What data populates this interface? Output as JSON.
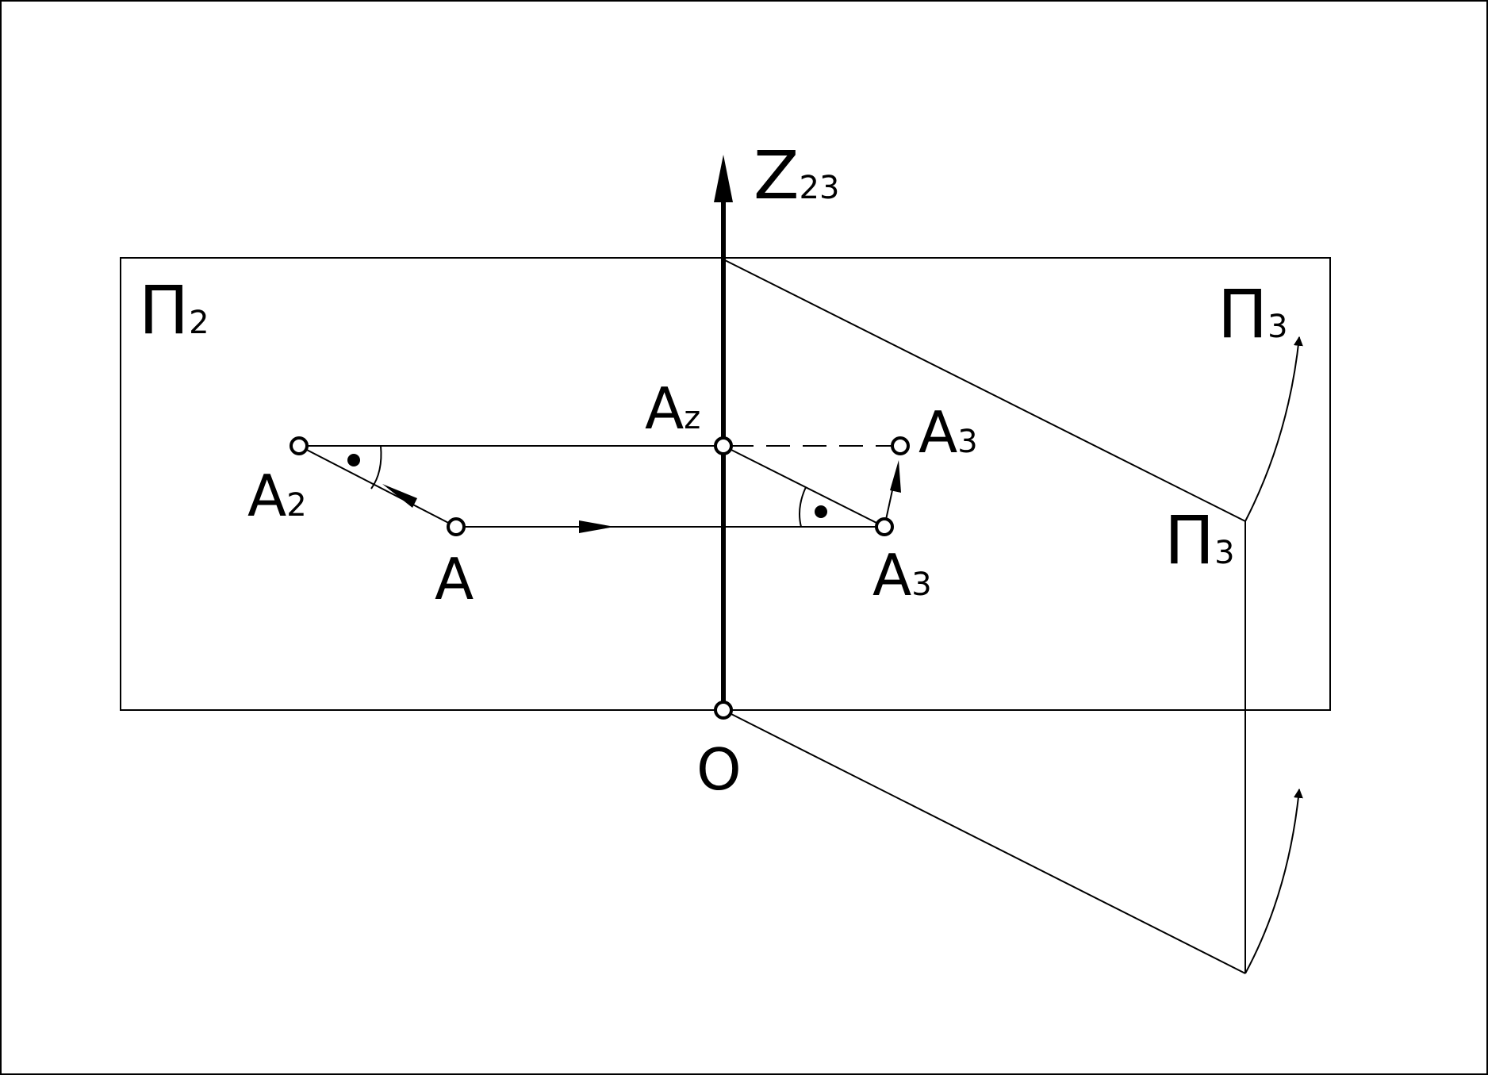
{
  "labels": {
    "z_axis": {
      "main": "Z",
      "sub": "23"
    },
    "plane_p2": {
      "main": "Π",
      "sub": "2"
    },
    "plane_p3_top": {
      "main": "Π",
      "sub": "3"
    },
    "plane_p3_mid": {
      "main": "Π",
      "sub": "3"
    },
    "point_az": {
      "main": "A",
      "sub": "z"
    },
    "point_a3_upper": {
      "main": "A",
      "sub": "3"
    },
    "point_a2": {
      "main": "A",
      "sub": "2"
    },
    "point_a": {
      "main": "A"
    },
    "point_a3_lower": {
      "main": "A",
      "sub": "3"
    },
    "origin": {
      "main": "O"
    }
  },
  "colors": {
    "stroke": "#000000",
    "background": "#ffffff"
  }
}
